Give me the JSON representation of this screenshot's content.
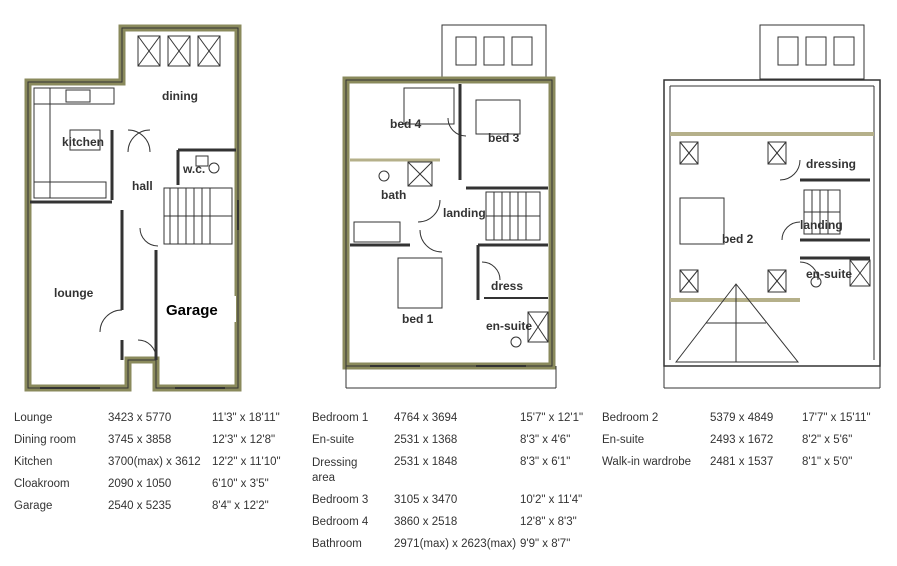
{
  "plans": {
    "ground": {
      "labels": {
        "kitchen": "kitchen",
        "dining": "dining",
        "wc": "w.c.",
        "hall": "hall",
        "lounge": "lounge",
        "garage": "Garage"
      }
    },
    "first": {
      "labels": {
        "bed4": "bed 4",
        "bed3": "bed 3",
        "bath": "bath",
        "landing": "landing",
        "bed1": "bed 1",
        "dress": "dress",
        "ensuite": "en-suite"
      }
    },
    "second": {
      "labels": {
        "dressing": "dressing",
        "landing": "landing",
        "bed2": "bed 2",
        "ensuite": "en-suite"
      }
    }
  },
  "schedule": {
    "ground": [
      {
        "room": "Lounge",
        "metric": "3423 x 5770",
        "imperial": "11'3\" x 18'11\""
      },
      {
        "room": "Dining room",
        "metric": "3745 x 3858",
        "imperial": "12'3\" x 12'8\""
      },
      {
        "room": "Kitchen",
        "metric": "3700(max) x 3612",
        "imperial": "12'2\" x 11'10\""
      },
      {
        "room": "Cloakroom",
        "metric": "2090 x 1050",
        "imperial": "6'10\" x 3'5\""
      },
      {
        "room": "Garage",
        "metric": "2540 x 5235",
        "imperial": "8'4\" x 12'2\""
      }
    ],
    "first": [
      {
        "room": "Bedroom 1",
        "metric": "4764 x 3694",
        "imperial": "15'7\" x 12'1\""
      },
      {
        "room": "En-suite",
        "metric": "2531 x 1368",
        "imperial": "8'3\" x 4'6\""
      },
      {
        "room": "Dressing area",
        "metric": "2531 x 1848",
        "imperial": "8'3\" x 6'1\""
      },
      {
        "room": "Bedroom 3",
        "metric": "3105 x 3470",
        "imperial": "10'2\" x 11'4\""
      },
      {
        "room": "Bedroom 4",
        "metric": "3860 x 2518",
        "imperial": "12'8\" x 8'3\""
      },
      {
        "room": "Bathroom",
        "metric": "2971(max) x 2623(max)",
        "imperial": "9'9\" x 8'7\""
      }
    ],
    "second": [
      {
        "room": "Bedroom 2",
        "metric": "5379 x 4849",
        "imperial": "17'7\" x 15'11\""
      },
      {
        "room": "En-suite",
        "metric": "2493 x 1672",
        "imperial": "8'2\" x 5'6\""
      },
      {
        "room": "Walk-in wardrobe",
        "metric": "2481 x 1537",
        "imperial": "8'1\" x 5'0\""
      }
    ]
  }
}
